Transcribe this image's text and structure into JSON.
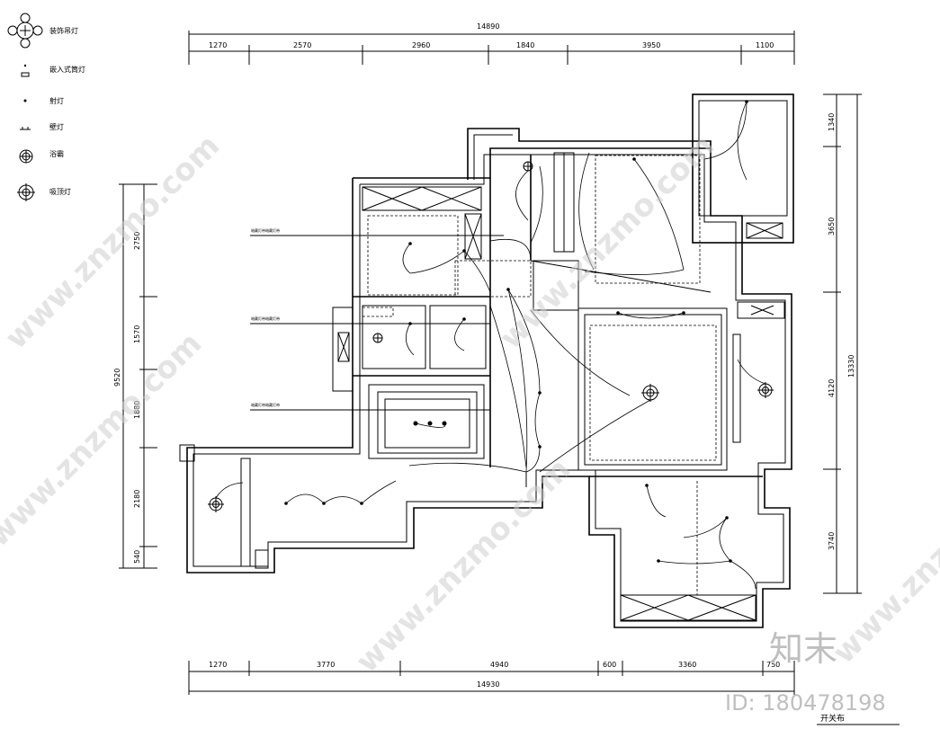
{
  "legend": [
    {
      "symbol": "decor-chandelier",
      "label": "装饰吊灯"
    },
    {
      "symbol": "recessed-downlight",
      "label": "嵌入式筒灯"
    },
    {
      "symbol": "spot-light",
      "label": "射灯"
    },
    {
      "symbol": "wall-light",
      "label": "壁灯"
    },
    {
      "symbol": "bath-heater",
      "label": "浴霸"
    },
    {
      "symbol": "ceiling-light",
      "label": "吸顶灯"
    }
  ],
  "dimensions": {
    "top_total": "14890",
    "top_segments": [
      "1270",
      "2570",
      "2960",
      "1840",
      "3950",
      "1100"
    ],
    "bottom_total": "14930",
    "bottom_segments": [
      "1270",
      "3770",
      "4940",
      "600",
      "3360",
      "750"
    ],
    "left_total": "9520",
    "left_segments": [
      "2750",
      "1570",
      "1880",
      "2180",
      "540"
    ],
    "right_total": "13330",
    "right_segments": [
      "1340",
      "3650",
      "4120",
      "3740"
    ]
  },
  "annotations": [
    "暗藏灯带暗藏灯带",
    "暗藏灯带暗藏灯带",
    "暗藏灯带暗藏灯带"
  ],
  "drawing_title": "开关布",
  "watermark": {
    "site": "www.znzmo.com",
    "brand": "知末",
    "id": "ID: 180478198"
  }
}
